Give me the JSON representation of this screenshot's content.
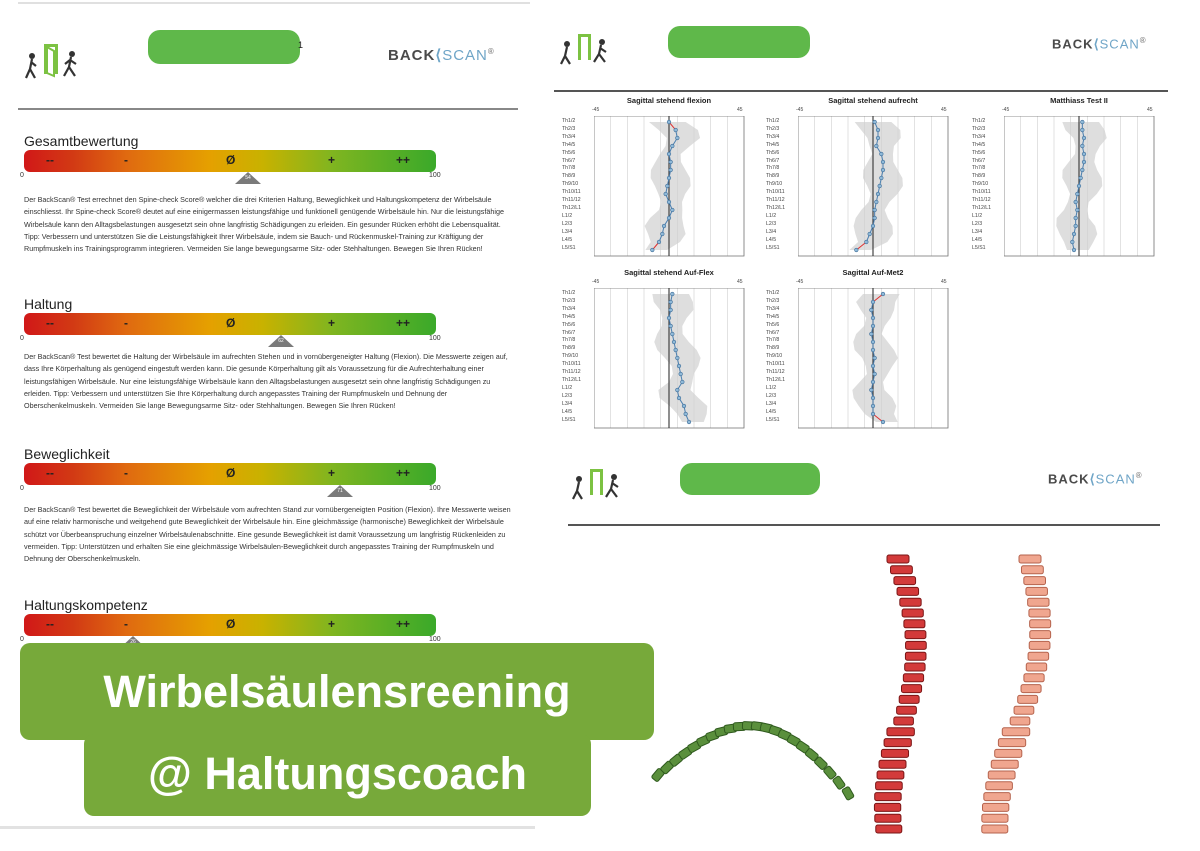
{
  "brand": {
    "back": "BACK",
    "scan": "SCAN",
    "reg": "®"
  },
  "left_page": {
    "header_tail": "1",
    "sections": [
      {
        "title": "Gesamtbewertung",
        "score": "54",
        "value": 54,
        "text": "Der BackScan® Test errechnet den Spine-check Score® welcher die drei Kriterien Haltung, Beweglichkeit und Haltungskompetenz der Wirbelsäule einschliesst. Ihr Spine-check Score® deutet auf eine einigermassen leistungsfähige und funktionell genügende Wirbelsäule hin. Nur die leistungsfähige Wirbelsäule kann den Alltagsbelastungen ausgesetzt sein ohne langfristig Schädigungen zu erleiden. Ein gesunder Rücken erhöht die Lebensqualität. Tipp: Verbessern und unterstützen Sie die Leistungsfähigkeit Ihrer Wirbelsäule, indem sie Bauch- und Rückenmuskel-Training zur Kräftigung der Rumpfmuskeln ins Trainingsprogramm integrieren. Vermeiden Sie lange bewegungsarme Sitz- oder Stehhaltungen. Bewegen Sie Ihren Rücken!"
      },
      {
        "title": "Haltung",
        "score": "62",
        "value": 62,
        "text": "Der BackScan® Test bewertet die Haltung der Wirbelsäule im aufrechten Stehen und in vornübergeneigter Haltung (Flexion). Die Messwerte zeigen auf, dass Ihre Körperhaltung als genügend eingestuft werden kann. Die gesunde Körperhaltung gilt als Voraussetzung für die Aufrechterhaltung einer leistungsfähigen Wirbelsäule. Nur eine leistungsfähige Wirbelsäule kann den Alltagsbelastungen ausgesetzt sein ohne langfristig Schädigungen zu erleiden. Tipp: Verbessern und unterstützen Sie Ihre Körperhaltung durch angepasstes Training der Rumpfmuskeln und Dehnung der Oberschenkelmuskeln. Vermeiden Sie lange Bewegungsarme Sitz- oder Stehhaltungen. Bewegen Sie Ihren Rücken!"
      },
      {
        "title": "Beweglichkeit",
        "score": "71",
        "value": 71,
        "text": "Der BackScan® Test bewertet die Beweglichkeit der Wirbelsäule vom aufrechten Stand zur vornübergeneigten Position (Flexion). Ihre Messwerte weisen auf eine relativ harmonische und weitgehend gute Beweglichkeit der Wirbelsäule hin. Eine gleichmässige (harmonische) Beweglichkeit der Wirbelsäule schützt vor Überbeanspruchung einzelner Wirbelsäulenabschnitte. Eine gesunde Beweglichkeit ist damit Voraussetzung um langfristig Rückenleiden zu vermeiden. Tipp: Unterstützen und erhalten Sie eine gleichmässige Wirbelsäulen-Beweglichkeit durch angepasstes Training der Rumpfmuskeln und Dehnung der Oberschenkelmuskeln."
      },
      {
        "title": "Haltungskompetenz",
        "score": "26",
        "value": 26,
        "text": ""
      }
    ],
    "bar_labels": [
      "--",
      "-",
      "Ø",
      "+",
      "++"
    ],
    "scale_min": "0",
    "scale_max": "100"
  },
  "banner": {
    "line1": "Wirbelsäulensreening",
    "line2": "@ Haltungscoach"
  },
  "chart_data": [
    {
      "type": "line",
      "title": "Sagittal stehend flexion",
      "xlim": [
        -45,
        45
      ],
      "x_ticks": [
        "-45",
        "45"
      ],
      "categories": [
        "Th1/2",
        "Th2/3",
        "Th3/4",
        "Th4/5",
        "Th5/6",
        "Th6/7",
        "Th7/8",
        "Th8/9",
        "Th9/10",
        "Th10/11",
        "Th11/12",
        "Th12/L1",
        "L1/2",
        "L2/3",
        "L3/4",
        "L4/5",
        "L5/S1"
      ],
      "values": [
        0,
        4,
        5,
        2,
        0,
        1,
        1,
        0,
        -1,
        -2,
        0,
        2,
        0,
        -3,
        -4,
        -6,
        -10
      ]
    },
    {
      "type": "line",
      "title": "Sagittal stehend aufrecht",
      "xlim": [
        -45,
        45
      ],
      "x_ticks": [
        "-45",
        "45"
      ],
      "categories": [
        "Th1/2",
        "Th2/3",
        "Th3/4",
        "Th4/5",
        "Th5/6",
        "Th6/7",
        "Th7/8",
        "Th8/9",
        "Th9/10",
        "Th10/11",
        "Th11/12",
        "Th12/L1",
        "L1/2",
        "L2/3",
        "L3/4",
        "L4/5",
        "L5/S1"
      ],
      "values": [
        1,
        3,
        3,
        2,
        5,
        6,
        6,
        5,
        4,
        3,
        2,
        1,
        1,
        0,
        -2,
        -4,
        -10
      ]
    },
    {
      "type": "line",
      "title": "Matthiass Test II",
      "xlim": [
        -45,
        45
      ],
      "x_ticks": [
        "-45",
        "45"
      ],
      "categories": [
        "Th1/2",
        "Th2/3",
        "Th3/4",
        "Th4/5",
        "Th5/6",
        "Th6/7",
        "Th7/8",
        "Th8/9",
        "Th9/10",
        "Th10/11",
        "Th11/12",
        "Th12/L1",
        "L1/2",
        "L2/3",
        "L3/4",
        "L4/5",
        "L5/S1"
      ],
      "values": [
        2,
        2,
        3,
        2,
        3,
        3,
        2,
        1,
        0,
        -1,
        -2,
        -1,
        -2,
        -2,
        -3,
        -4,
        -3
      ]
    },
    {
      "type": "line",
      "title": "Sagittal stehend Auf-Flex",
      "xlim": [
        -45,
        45
      ],
      "x_ticks": [
        "-45",
        "45"
      ],
      "categories": [
        "Th1/2",
        "Th2/3",
        "Th3/4",
        "Th4/5",
        "Th5/6",
        "Th6/7",
        "Th7/8",
        "Th8/9",
        "Th9/10",
        "Th10/11",
        "Th11/12",
        "Th12/L1",
        "L1/2",
        "L2/3",
        "L3/4",
        "L4/5",
        "L5/S1"
      ],
      "values": [
        2,
        1,
        1,
        0,
        1,
        2,
        3,
        4,
        5,
        6,
        7,
        8,
        5,
        6,
        9,
        10,
        12
      ]
    },
    {
      "type": "line",
      "title": "Sagittal Auf-Met2",
      "xlim": [
        -45,
        45
      ],
      "x_ticks": [
        "-45",
        "45"
      ],
      "categories": [
        "Th1/2",
        "Th2/3",
        "Th3/4",
        "Th4/5",
        "Th5/6",
        "Th6/7",
        "Th7/8",
        "Th8/9",
        "Th9/10",
        "Th10/11",
        "Th11/12",
        "Th12/L1",
        "L1/2",
        "L2/3",
        "L3/4",
        "L4/5",
        "L5/S1"
      ],
      "values": [
        6,
        0,
        -1,
        0,
        0,
        -1,
        0,
        0,
        1,
        0,
        1,
        0,
        -1,
        0,
        0,
        0,
        6
      ]
    }
  ]
}
